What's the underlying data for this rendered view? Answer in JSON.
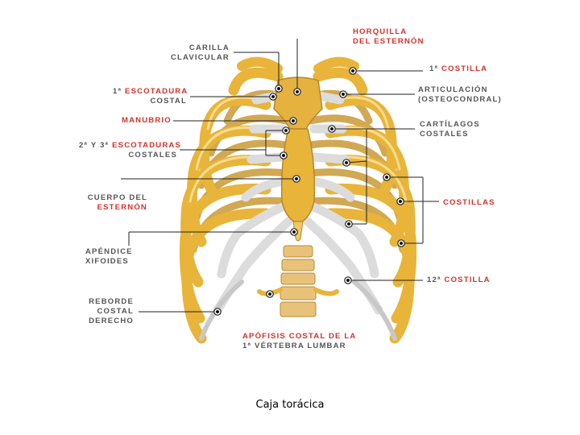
{
  "labels": {
    "carilla": [
      "CARILLA",
      "CLAVICULAR"
    ],
    "horquilla": [
      "HORQUILLA",
      "DEL ESTERNÓN"
    ],
    "primera_costilla_prefix": "1ª",
    "primera_costilla": "COSTILLA",
    "escotadura1_prefix": "1ª",
    "escotadura1": "ESCOTADURA",
    "escotadura1_line2": "COSTAL",
    "articulacion": [
      "ARTICULACIÓN",
      "(OSTEOCONDRAL)"
    ],
    "manubrio": "MANUBRIO",
    "cartilagos": [
      "CARTÍLAGOS",
      "COSTALES"
    ],
    "escotaduras23_prefix": "2ª Y 3ª",
    "escotaduras23": "ESCOTADURAS",
    "escotaduras23_line2": "COSTALES",
    "cuerpo_esternon": [
      "CUERPO DEL",
      "ESTERNÓN"
    ],
    "costillas": "COSTILLAS",
    "apendice": [
      "APÉNDICE",
      "XIFOIDES"
    ],
    "costilla12_prefix": "12ª",
    "costilla12": "COSTILLA",
    "reborde": [
      "REBORDE",
      "COSTAL",
      "DERECHO"
    ],
    "apofisis": "APÓFISIS COSTAL DE LA",
    "apofisis_line2": "1ª VÉRTEBRA LUMBAR"
  },
  "caption": "Caja torácica",
  "colors": {
    "bone": "#e8b43a",
    "bone_light": "#f3d27a",
    "bone_dark": "#b9862a",
    "cartilage": "#d9d9d9",
    "label_red": "#d3312b",
    "label_gray": "#555555"
  }
}
